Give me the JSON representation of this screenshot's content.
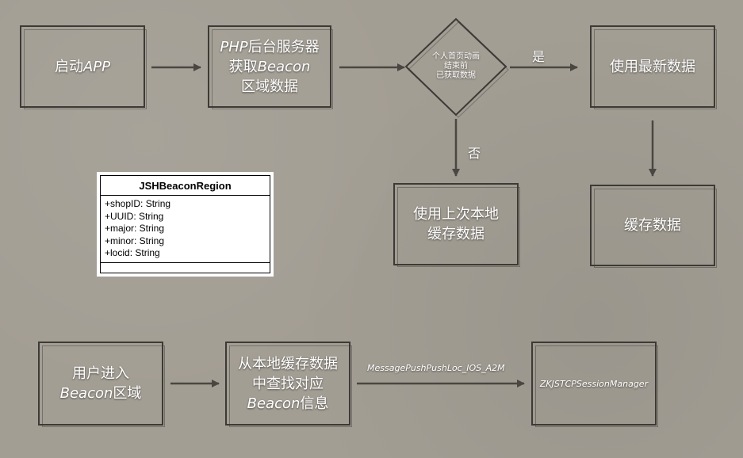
{
  "nodes": {
    "start_app": {
      "lines": [
        {
          "cn": "启动",
          "en": "APP"
        }
      ]
    },
    "php_server": {
      "line1_en": "PHP",
      "line1_cn": "后台服务器",
      "line2_cn": "获取",
      "line2_en": "Beacon",
      "line3_cn": "区域数据"
    },
    "decision": {
      "lines": [
        "个人首页动画",
        "结束前",
        "已获取数据"
      ]
    },
    "use_latest": {
      "text": "使用最新数据"
    },
    "cache_data": {
      "text": "缓存数据"
    },
    "use_last_local": {
      "line1": "使用上次本地",
      "line2": "缓存数据"
    },
    "user_enter": {
      "line1": "用户进入",
      "line2_en": "Beacon",
      "line2_cn": "区域"
    },
    "find_local": {
      "line1": "从本地缓存数据",
      "line2": "中查找对应",
      "line3_en": "Beacon",
      "line3_cn": "信息"
    },
    "session_manager": {
      "text": "ZKJSTCPSessionManager"
    }
  },
  "edge_labels": {
    "yes": "是",
    "no": "否",
    "message": "MessagePushPushLoc_IOS_A2M"
  },
  "uml": {
    "class_name": "JSHBeaconRegion",
    "attributes": [
      "+shopID: String",
      "+UUID: String",
      "+major: String",
      "+minor: String",
      "+locid: String"
    ]
  }
}
